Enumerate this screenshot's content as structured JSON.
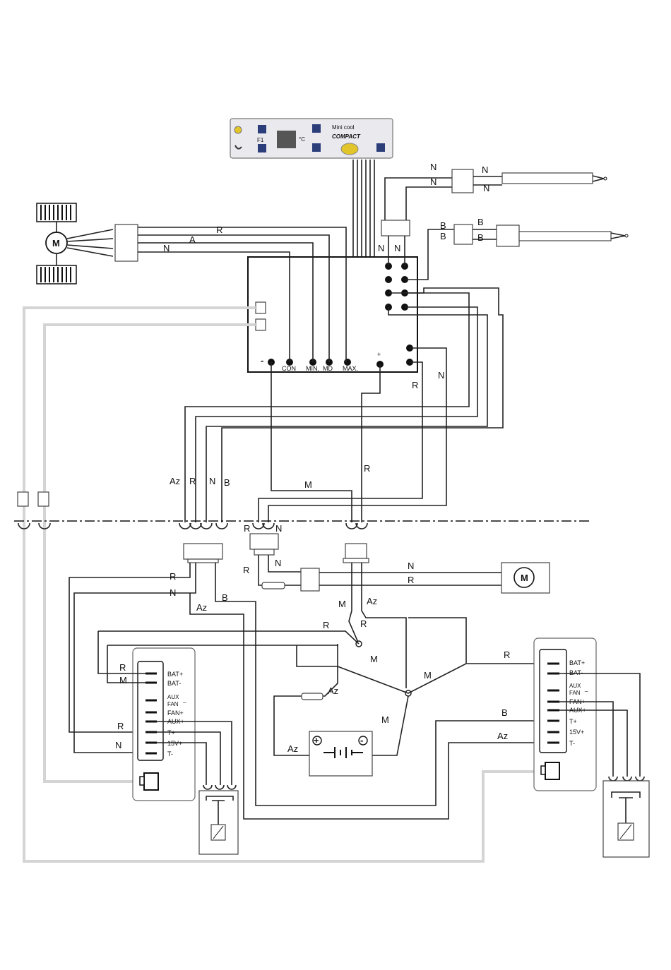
{
  "panel": {
    "unit": "°C",
    "brand_line1": "Mini cool",
    "brand_line2": "COMPACT",
    "f_button": "F1"
  },
  "motor_symbol": "M",
  "board": {
    "terminals": [
      "CON",
      "MIN.",
      "MD",
      "MAX."
    ],
    "minus": "-",
    "plus": "+"
  },
  "wire_labels": {
    "N": "N",
    "B": "B",
    "R": "R",
    "A": "A",
    "M": "M",
    "Az": "Az"
  },
  "module_left": {
    "terminals": [
      "BAT+",
      "BAT-",
      "AUX",
      "FAN",
      "FAN+",
      "AUX+",
      "T+",
      "15V+",
      "T-"
    ],
    "aux_fan_dash": "_"
  },
  "module_right": {
    "terminals": [
      "BAT+",
      "BAT-",
      "AUX",
      "FAN",
      "FAN+",
      "AUX+",
      "T+",
      "15V+",
      "T-"
    ],
    "aux_fan_dash": "_"
  },
  "battery": {
    "plus": "+",
    "minus": "-"
  },
  "icons": [
    "motor-icon",
    "fan-blade-icon",
    "temperature-probe-icon",
    "fuse-icon",
    "relay-icon",
    "battery-icon",
    "connector-icon"
  ]
}
